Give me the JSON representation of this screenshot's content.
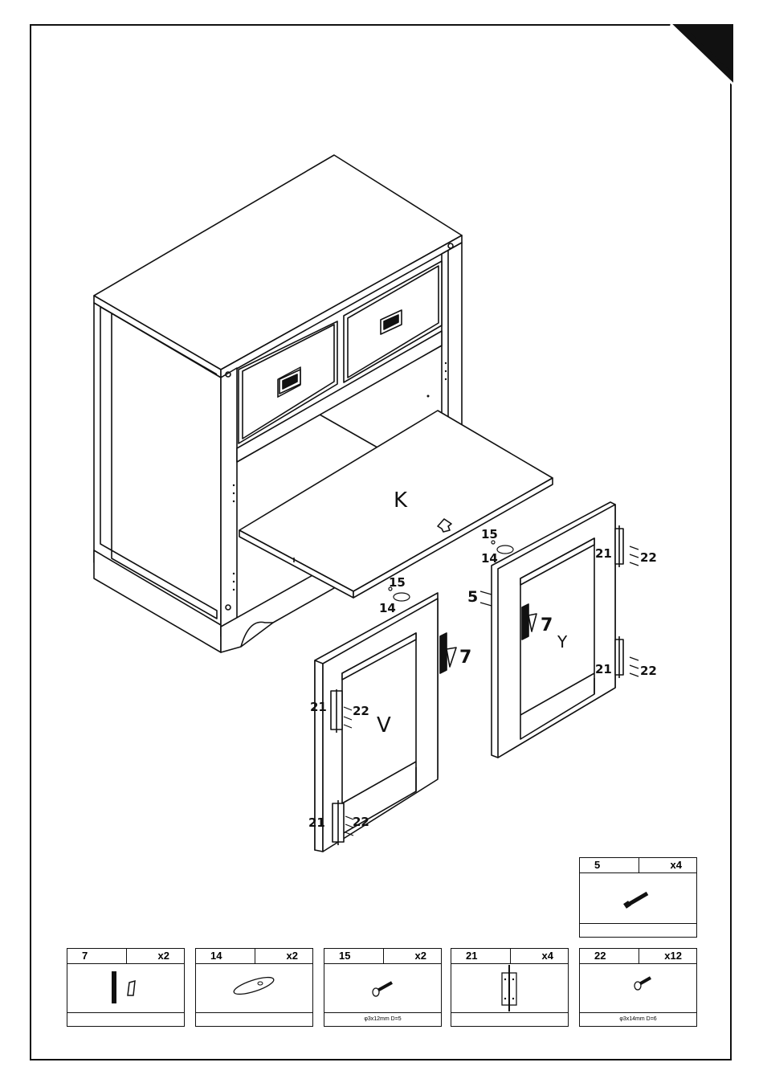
{
  "part_labels": {
    "shelf": "K",
    "left_door": "V",
    "right_door": "Y"
  },
  "callouts": {
    "n15": "15",
    "n14": "14",
    "n5": "5",
    "n7": "7",
    "n21": "21",
    "n22": "22"
  },
  "hardware": [
    {
      "part": "5",
      "qty": "x4",
      "spec": ""
    },
    {
      "part": "7",
      "qty": "x2",
      "spec": ""
    },
    {
      "part": "14",
      "qty": "x2",
      "spec": ""
    },
    {
      "part": "15",
      "qty": "x2",
      "spec": "φ3x12mm  D=5"
    },
    {
      "part": "21",
      "qty": "x4",
      "spec": ""
    },
    {
      "part": "22",
      "qty": "x12",
      "spec": "φ3x14mm  D=6"
    }
  ],
  "colors": {
    "ink": "#111111",
    "paper": "#ffffff",
    "fill": "#e8e8e8"
  }
}
